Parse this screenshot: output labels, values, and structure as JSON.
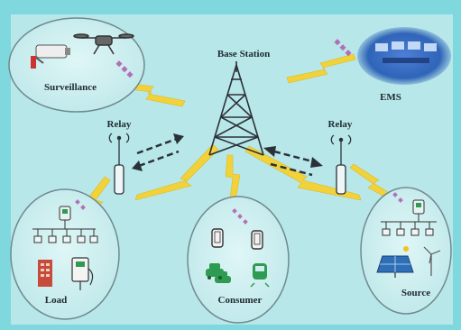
{
  "labels": {
    "base_station": "Base Station",
    "ems": "EMS",
    "surveillance": "Surveillance",
    "relay_left": "Relay",
    "relay_right": "Relay",
    "load": "Load",
    "consumer": "Consumer",
    "source": "Source"
  },
  "colors": {
    "background": "#7fd8dd",
    "panel": "#b8e7ea",
    "bubble_fill": "#cdeff0",
    "bubble_stroke": "#6f8a8f",
    "lightning": "#f2d23b",
    "dashed_arrow": "#2a3238",
    "tower": "#2c3238",
    "relay": "#2c3238",
    "satellite": "#b36fb6",
    "device_green": "#2f9a52",
    "solar_blue": "#2f6fb8"
  },
  "icons": [
    "surveillance-camera-icon",
    "drone-icon",
    "satellite-icon",
    "base-station-tower-icon",
    "control-room-icon",
    "relay-antenna-icon",
    "smart-meter-icon",
    "building-icon",
    "ev-charger-icon",
    "phone-icon",
    "car-icon",
    "train-icon",
    "solar-panel-icon",
    "wind-turbine-icon"
  ]
}
